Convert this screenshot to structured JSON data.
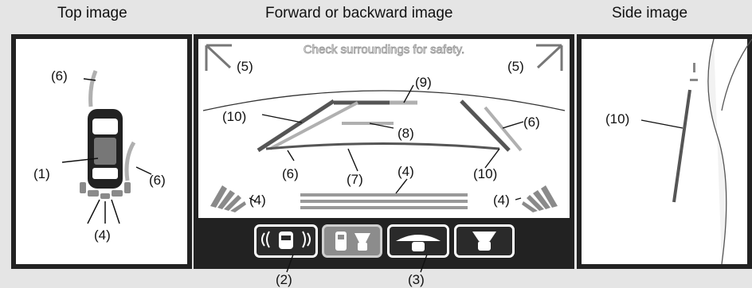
{
  "titles": {
    "top": "Top image",
    "forward": "Forward or backward image",
    "side": "Side image"
  },
  "forward": {
    "warning_text": "Check surroundings for safety."
  },
  "labels": {
    "n1": "(1)",
    "n2": "(2)",
    "n3": "(3)",
    "n4": "(4)",
    "n5": "(5)",
    "n6": "(6)",
    "n7": "(7)",
    "n8": "(8)",
    "n9": "(9)",
    "n10": "(10)"
  },
  "buttons": [
    {
      "name": "sonar-view-button",
      "icon": "sensor-waves-icon"
    },
    {
      "name": "top-forward-view-button",
      "icon": "split-view-icon",
      "active": true
    },
    {
      "name": "wide-view-button",
      "icon": "wide-angle-icon"
    },
    {
      "name": "ground-view-button",
      "icon": "ground-view-icon"
    }
  ],
  "colors": {
    "frame": "#222222",
    "guide_dark": "#555555",
    "guide_light": "#b0b0b0",
    "sonar": "#8a8a8a"
  }
}
